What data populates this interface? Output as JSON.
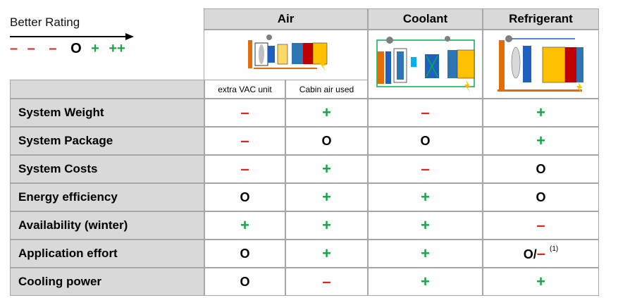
{
  "legend": {
    "title": "Better Rating",
    "symbols": {
      "very_bad": "– –",
      "bad": "–",
      "neutral": "O",
      "good": "+",
      "very_good": "++"
    }
  },
  "columns": {
    "groups": [
      {
        "label": "Air"
      },
      {
        "label": "Coolant"
      },
      {
        "label": "Refrigerant"
      }
    ],
    "sub_labels": [
      "extra VAC unit",
      "Cabin air used",
      "",
      ""
    ]
  },
  "rows": [
    {
      "label": "System Weight",
      "values": [
        "–",
        "+",
        "–",
        "+"
      ]
    },
    {
      "label": "System Package",
      "values": [
        "–",
        "O",
        "O",
        "+"
      ]
    },
    {
      "label": "System Costs",
      "values": [
        "–",
        "+",
        "–",
        "O"
      ]
    },
    {
      "label": "Energy efficiency",
      "values": [
        "O",
        "+",
        "+",
        "O"
      ]
    },
    {
      "label": "Availability (winter)",
      "values": [
        "+",
        "+",
        "+",
        "–"
      ]
    },
    {
      "label": "Application effort",
      "values": [
        "O",
        "+",
        "+",
        "O/–"
      ],
      "footnote": "(1)"
    },
    {
      "label": "Cooling power",
      "values": [
        "O",
        "–",
        "+",
        "+"
      ]
    }
  ],
  "colors": {
    "plus": "#1aa24a",
    "minus": "#e0231c",
    "header": "#d9d9d9",
    "border": "#a6a6a6"
  },
  "icons": [
    "arrow-right-icon",
    "air-system-diagram-icon",
    "coolant-system-diagram-icon",
    "refrigerant-system-diagram-icon"
  ]
}
